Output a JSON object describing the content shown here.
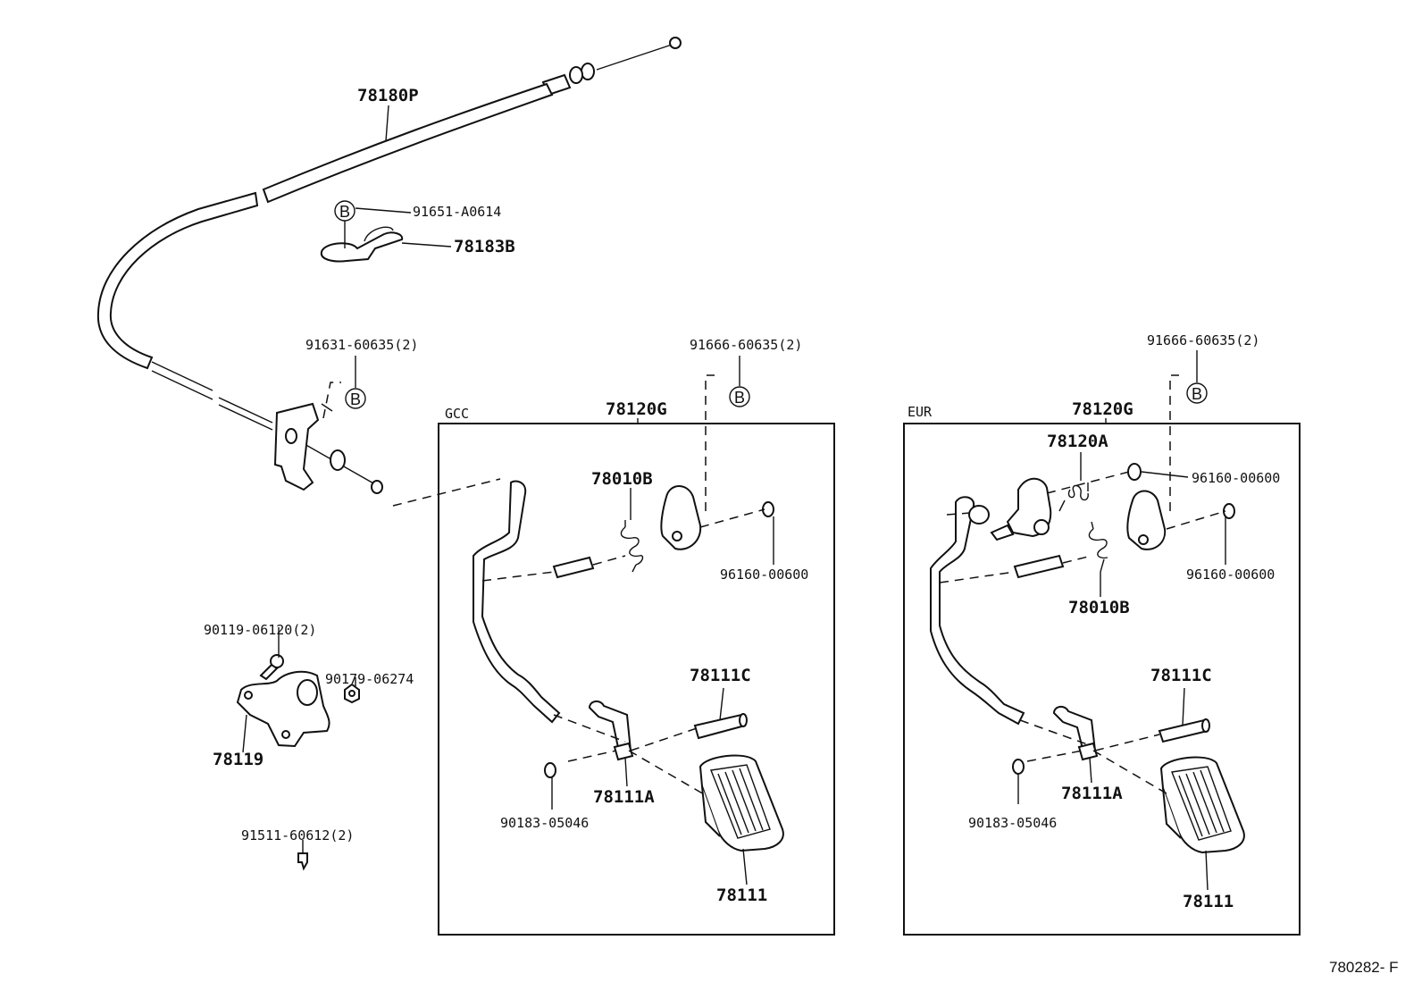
{
  "labels": {
    "cable": "78180P",
    "clip_screw": "91651-A0614",
    "cable_clamp": "78183B",
    "bolt_left": "91631-60635(2)",
    "bolt_gcc": "91666-60635(2)",
    "bolt_eur": "91666-60635(2)",
    "bracket_screw": "90119-06120(2)",
    "bracket_nut": "90179-06274",
    "bracket": "78119",
    "clip": "91511-60612(2)",
    "gcc_assy": "78120G",
    "eur_assy": "78120G",
    "gcc_spring": "78010B",
    "eur_spring": "78010B",
    "gcc_nut": "96160-00600",
    "eur_nut_top": "96160-00600",
    "eur_nut_bottom": "96160-00600",
    "eur_damper": "78120A",
    "gcc_pin": "78111C",
    "eur_pin": "78111C",
    "gcc_lever": "78111A",
    "eur_lever": "78111A",
    "gcc_bush": "90183-05046",
    "eur_bush": "90183-05046",
    "gcc_pedal": "78111",
    "eur_pedal": "78111"
  },
  "regions": {
    "gcc": "GCC",
    "eur": "EUR"
  },
  "markers": {
    "b": "B"
  },
  "footer": {
    "drawing_no": "780282- F"
  }
}
